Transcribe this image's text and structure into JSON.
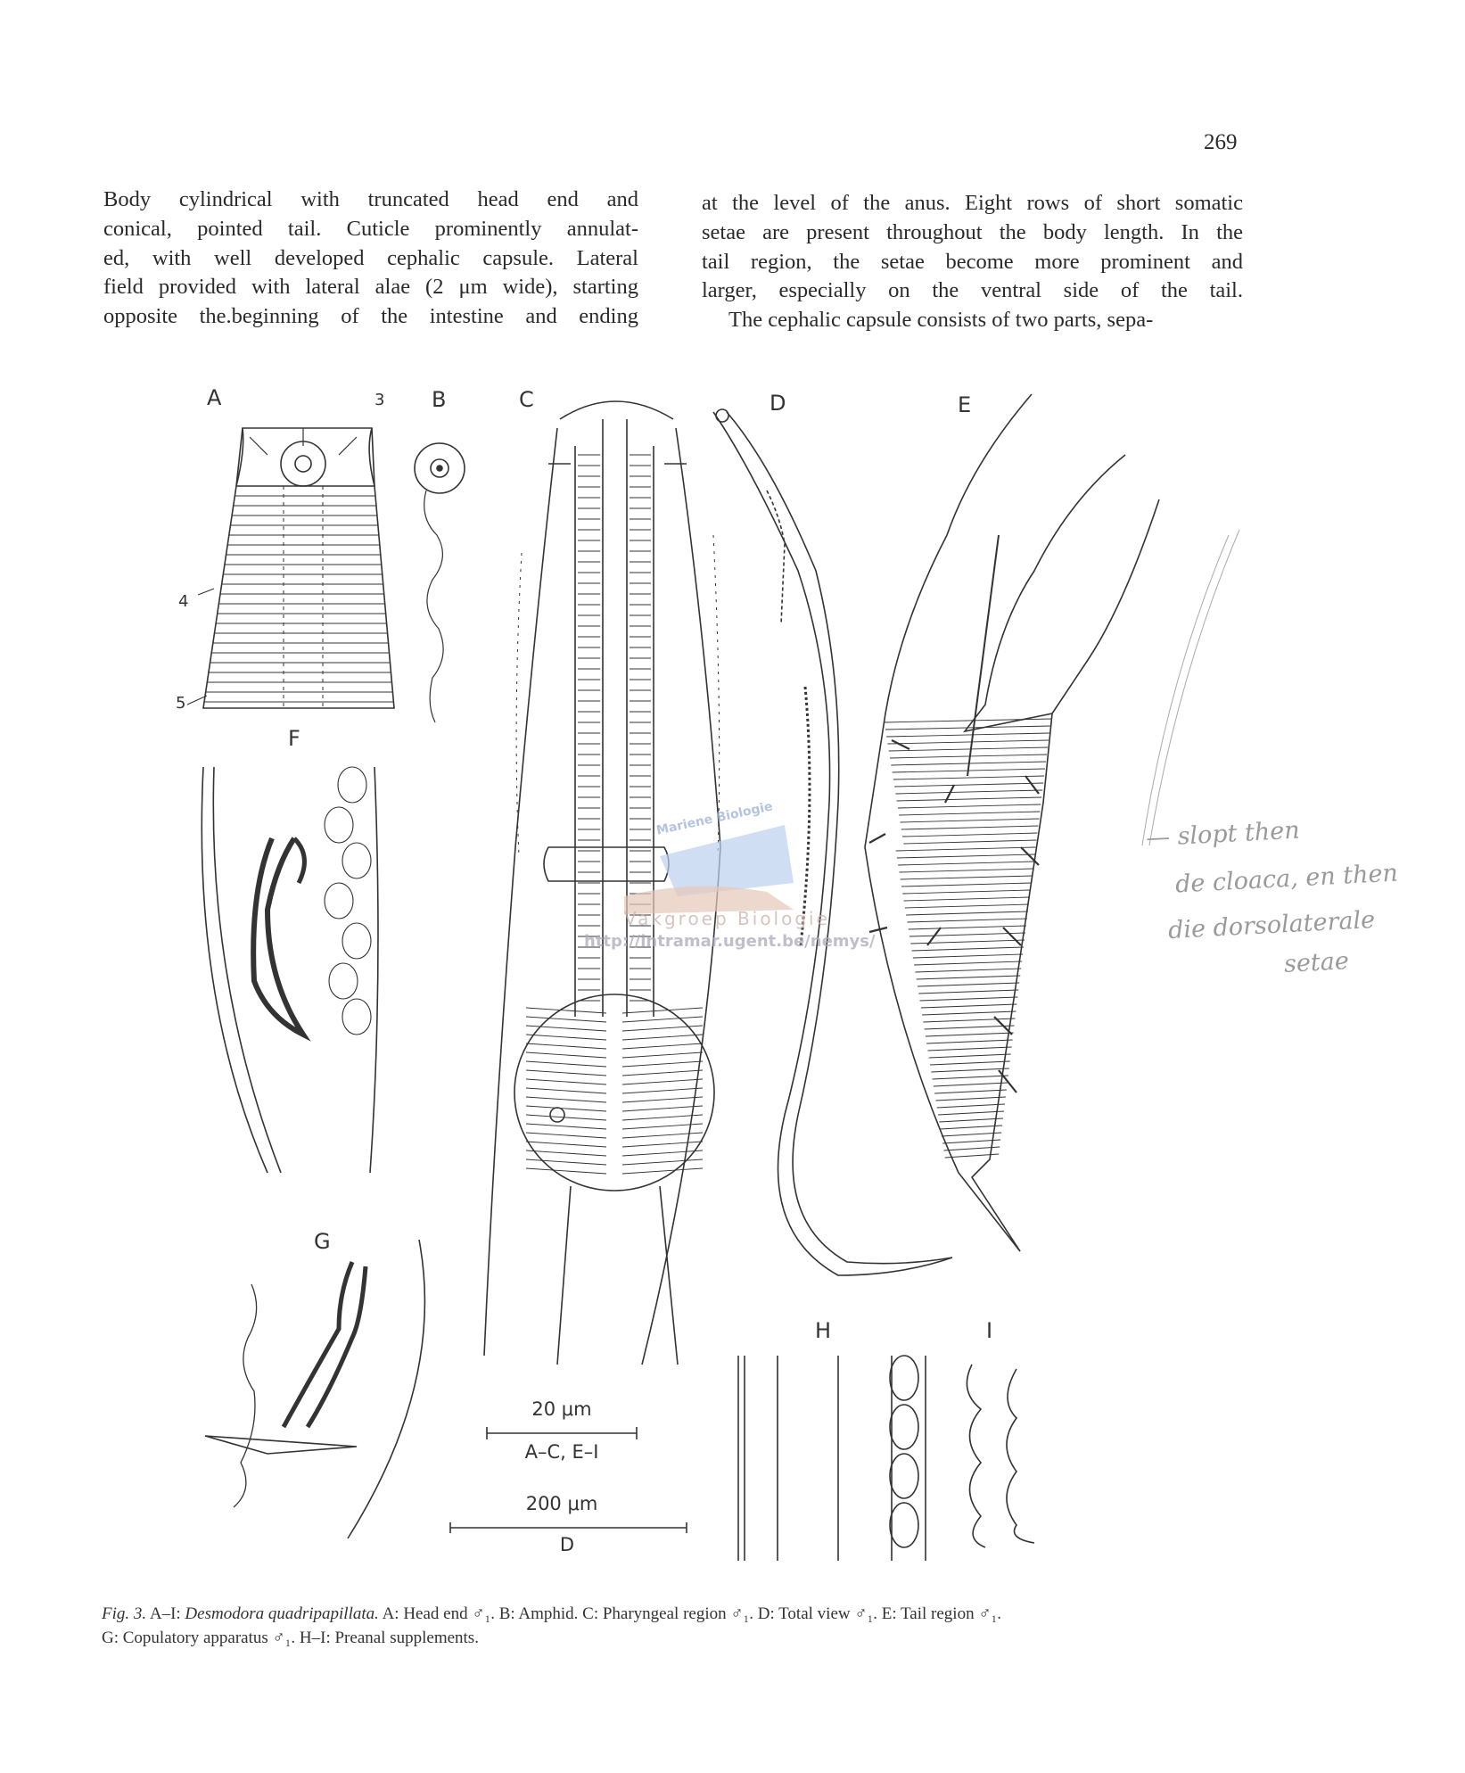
{
  "page_number": "269",
  "left_column": [
    "Body cylindrical with truncated head end and",
    "conical, pointed tail. Cuticle prominently annulat-",
    "ed, with well developed cephalic capsule. Lateral",
    "field provided with lateral alae (2 μm wide), starting",
    "opposite the.beginning of the intestine and ending"
  ],
  "right_column": [
    "at the level of the anus. Eight rows of short somatic",
    "setae are present throughout the body length. In the",
    "tail region, the setae become more prominent and",
    "larger, especially on the ventral side of the tail.",
    "The cephalic capsule consists of two parts, sepa-"
  ],
  "figure": {
    "panel_labels": {
      "A": "A",
      "B": "B",
      "C": "C",
      "D": "D",
      "E": "E",
      "F": "F",
      "G": "G",
      "H": "H",
      "I": "I"
    },
    "annotations": {
      "n3": "3",
      "n4": "4",
      "n5": "5"
    },
    "scale_bars": [
      {
        "value": "20 μm",
        "applies_to": "A–C, E–I"
      },
      {
        "value": "200 μm",
        "applies_to": "D"
      }
    ],
    "watermark": {
      "top": "Mariene Biologie",
      "bottom": "Vakgroep Biologie",
      "url": "http://intramar.ugent.be/nemys/"
    }
  },
  "handwritten_note": [
    "— slopt then",
    "de cloaca, en then",
    "die dorsolaterale",
    "setae"
  ],
  "caption": {
    "fig": "Fig. 3.",
    "range": " A–I: ",
    "species": "Desmodora quadripapillata.",
    "line1": " A: Head end ♂₁. B: Amphid. C: Pharyngeal region ♂₁. D: Total view ♂₁. E: Tail region ♂₁.",
    "line2": "G: Copulatory apparatus ♂₁. H–I: Preanal supplements."
  }
}
